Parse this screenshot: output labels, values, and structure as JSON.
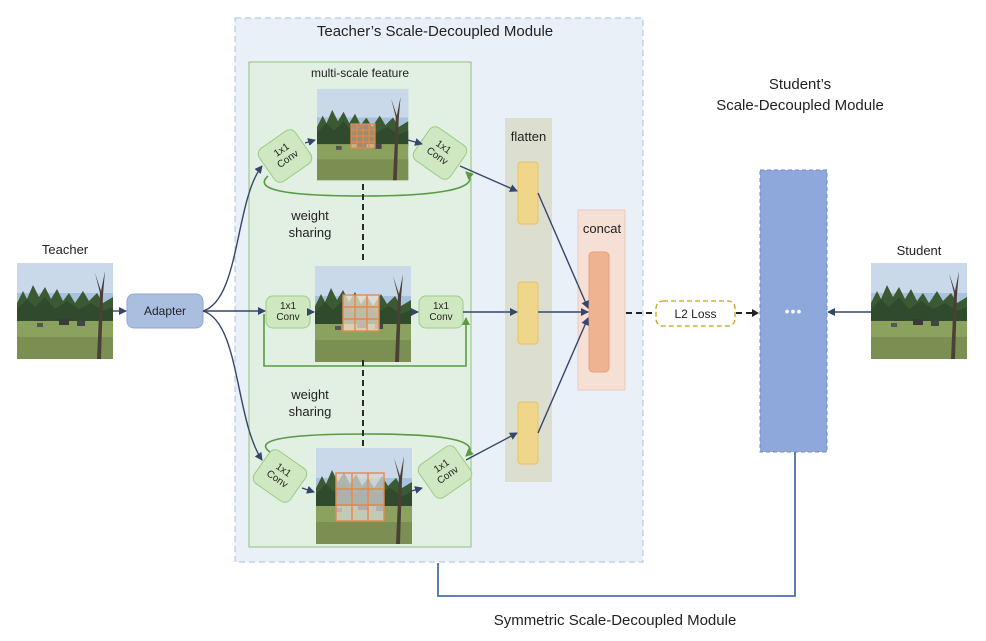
{
  "teacher_module": {
    "title": "Teacher’s Scale-Decoupled Module"
  },
  "student_module": {
    "title_line1": "Student’s",
    "title_line2": "Scale-Decoupled Module"
  },
  "symmetric_module": {
    "title": "Symmetric Scale-Decoupled Module"
  },
  "multi_scale": {
    "label": "multi-scale feature"
  },
  "conv": {
    "label_line1": "1x1",
    "label_line2": "Conv"
  },
  "weight_sharing": {
    "line1": "weight",
    "line2": "sharing"
  },
  "flatten": {
    "label": "flatten"
  },
  "concat": {
    "label": "concat"
  },
  "adapter": {
    "label": "Adapter"
  },
  "teacher": {
    "label": "Teacher"
  },
  "student": {
    "label": "Student"
  },
  "loss": {
    "label": "L2 Loss"
  },
  "student_block": {
    "ellipsis": "•••"
  },
  "colors": {
    "module_bg": "#eaf0f8",
    "module_border": "#a9c1dc",
    "multi_bg": "#e2efe3",
    "multi_border": "#8fc27a",
    "conv_fill": "#cfe8c2",
    "conv_border": "#9ccb86",
    "flatten_bg": "#dcdfcf",
    "flatten_item": "#f0d68a",
    "concat_bg": "#f6dfd5",
    "concat_item": "#eeb491",
    "adapter": "#aabfe0",
    "student_block": "#8fa8dc",
    "arrow": "#34466c",
    "green_line": "#5a9a43",
    "loss_border": "#c9a01c"
  }
}
